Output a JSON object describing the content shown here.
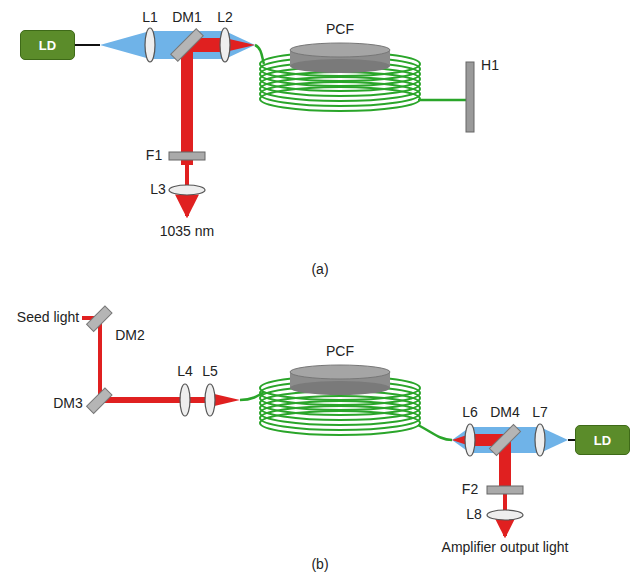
{
  "diagram": {
    "nodes": [
      {
        "text": [
          "LD"
        ]
      },
      {
        "text": [
          "LD"
        ]
      }
    ],
    "labels": [
      "L1",
      "DM1",
      "L2",
      "PCF",
      "H1",
      "F1",
      "L3",
      "1035 nm",
      "(a)",
      "Seed light",
      "DM2",
      "DM3",
      "L4",
      "L5",
      "PCF",
      "L6",
      "DM4",
      "L7",
      "F2",
      "L8",
      "Amplifier output light",
      "(b)"
    ]
  }
}
